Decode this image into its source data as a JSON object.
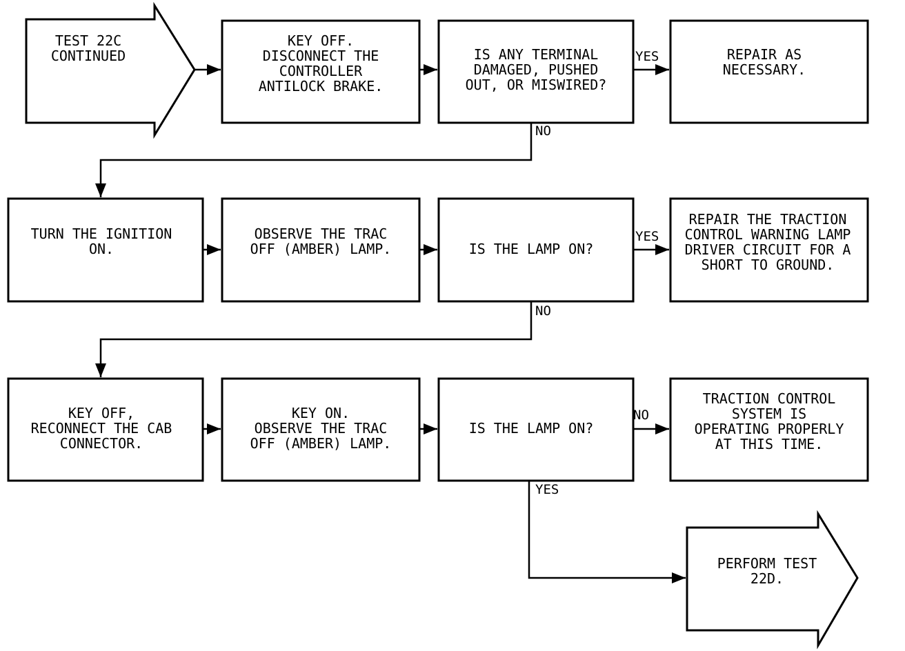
{
  "nodes": {
    "start": {
      "lines": [
        "TEST 22C",
        "CONTINUED"
      ]
    },
    "step1": {
      "lines": [
        "KEY OFF.",
        "DISCONNECT THE",
        "CONTROLLER",
        "ANTILOCK BRAKE."
      ]
    },
    "q1": {
      "lines": [
        "IS ANY TERMINAL",
        "DAMAGED, PUSHED",
        "OUT, OR MISWIRED?"
      ]
    },
    "repair1": {
      "lines": [
        "REPAIR AS",
        "NECESSARY."
      ]
    },
    "step2": {
      "lines": [
        "TURN THE IGNITION",
        "ON."
      ]
    },
    "step3": {
      "lines": [
        "OBSERVE THE TRAC",
        "OFF (AMBER) LAMP."
      ]
    },
    "q2": {
      "lines": [
        "IS THE LAMP ON?"
      ]
    },
    "repair2": {
      "lines": [
        "REPAIR THE TRACTION",
        "CONTROL WARNING LAMP",
        "DRIVER CIRCUIT FOR A",
        "SHORT TO GROUND."
      ]
    },
    "step4": {
      "lines": [
        "KEY OFF,",
        "RECONNECT THE CAB",
        "CONNECTOR."
      ]
    },
    "step5": {
      "lines": [
        "KEY ON.",
        "OBSERVE THE TRAC",
        "OFF (AMBER) LAMP."
      ]
    },
    "q3": {
      "lines": [
        "IS THE LAMP ON?"
      ]
    },
    "result": {
      "lines": [
        "TRACTION CONTROL",
        "SYSTEM IS",
        "OPERATING PROPERLY",
        "AT THIS TIME."
      ]
    },
    "end": {
      "lines": [
        "PERFORM TEST",
        "22D."
      ]
    }
  },
  "edge_labels": {
    "q1_yes": "YES",
    "q1_no": "NO",
    "q2_yes": "YES",
    "q2_no": "NO",
    "q3_no": "NO",
    "q3_yes": "YES"
  }
}
